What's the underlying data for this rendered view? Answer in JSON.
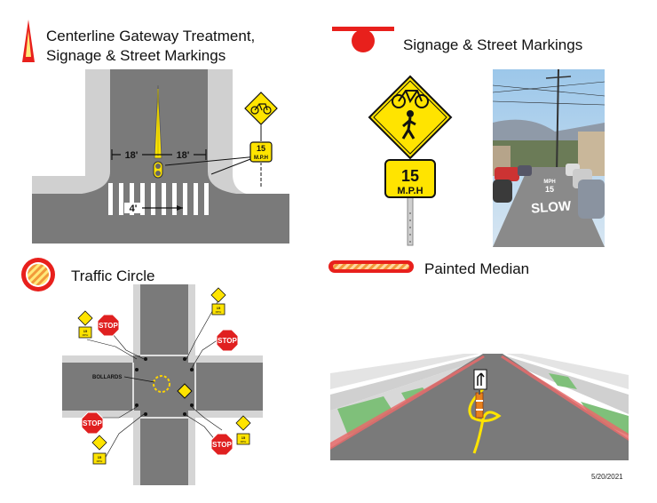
{
  "sections": {
    "gateway": {
      "title_line1": "Centerline Gateway Treatment,",
      "title_line2": "Signage & Street Markings",
      "dim_left": "18'",
      "dim_right": "18'",
      "dim_bottom": "4'",
      "sign_speed": "15",
      "sign_unit": "M.P.H"
    },
    "signage": {
      "title": "Signage & Street Markings",
      "sign_speed": "15",
      "sign_unit": "M.P.H",
      "photo_mph": "MPH",
      "photo_speed": "15",
      "photo_slow": "SLOW"
    },
    "circle": {
      "title": "Traffic Circle",
      "bollards_label": "BOLLARDS",
      "stop": "STOP",
      "small_speed": "15",
      "small_unit": "MPH"
    },
    "median": {
      "title": "Painted Median"
    }
  },
  "date": "5/20/2021",
  "colors": {
    "red": "#e8201c",
    "yellow": "#ffe400",
    "asphalt": "#7a7a7a",
    "sidewalk": "#cfcfcf",
    "median_fill": "#f7c06a",
    "green": "#6fbf6a"
  }
}
